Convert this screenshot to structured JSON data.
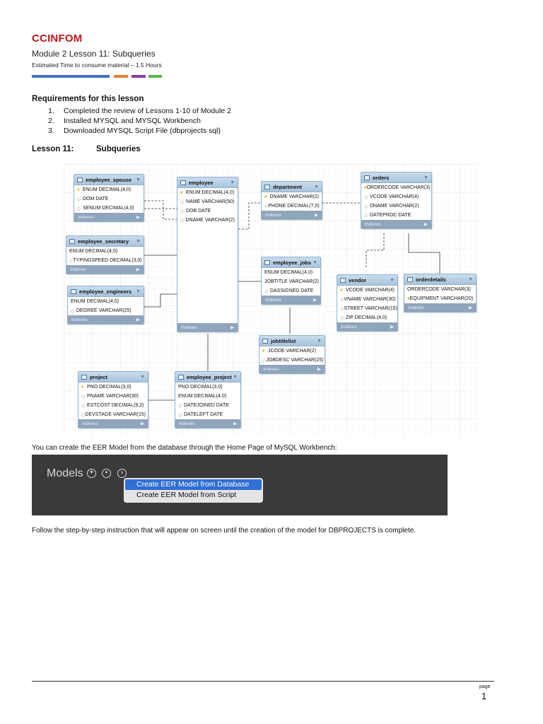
{
  "header": {
    "course": "CCINFOM",
    "module": "Module 2 Lesson 11: Subqueries",
    "estimated_time": "Estimated Time to consume material – 1.5 Hours",
    "bar_colors": [
      "#3e75c5",
      "#e87d2a",
      "#8a3bb0",
      "#5ab54a"
    ]
  },
  "requirements": {
    "title": "Requirements for this lesson",
    "items": [
      {
        "num": "1.",
        "text": "Completed the review of Lessons 1-10 of Module 2"
      },
      {
        "num": "2.",
        "text": "Installed MYSQL and MYSQL Workbench"
      },
      {
        "num": "3.",
        "text": "Downloaded MYSQL Script File (dbprojects sql)"
      }
    ]
  },
  "lesson": {
    "label": "Lesson 11:",
    "topic": "Subqueries"
  },
  "eer": {
    "indexes_label": "Indexes",
    "employee_spouse": {
      "name": "employee_spouse",
      "fields": [
        "ENUM DECIMAL(4,0)",
        "DOM DATE",
        "SENUM DECIMAL(4,0)"
      ]
    },
    "employee": {
      "name": "employee",
      "fields": [
        "ENUM DECIMAL(4,0)",
        "NAME VARCHAR(50)",
        "DOB DATE",
        "DNAME VARCHAR(2)"
      ]
    },
    "department": {
      "name": "department",
      "fields": [
        "DNAME VARCHAR(2)",
        "PHONE DECIMAL(7,0)"
      ]
    },
    "orders": {
      "name": "orders",
      "fields": [
        "ORDERCODE VARCHAR(3)",
        "VCODE VARCHAR(4)",
        "DNAME VARCHAR(2)",
        "DATEPROC DATE"
      ]
    },
    "employee_secretary": {
      "name": "employee_secretary",
      "fields": [
        "ENUM DECIMAL(4,0)",
        "TYPINGSPEED DECIMAL(3,0)"
      ]
    },
    "employee_jobs": {
      "name": "employee_jobs",
      "fields": [
        "ENUM DECIMAL(4,0)",
        "JOBTITLE VARCHAR(2)",
        "DASSIGNED DATE"
      ]
    },
    "vendor": {
      "name": "vendor",
      "fields": [
        "VCODE VARCHAR(4)",
        "VNAME VARCHAR(30)",
        "STREET VARCHAR(15)",
        "ZIP DECIMAL(4,0)"
      ]
    },
    "orderdetails": {
      "name": "orderdetails",
      "fields": [
        "ORDERCODE VARCHAR(3)",
        "EQUIPMENT VARCHAR(20)"
      ]
    },
    "employee_engineers": {
      "name": "employee_engineers",
      "fields": [
        "ENUM DECIMAL(4,0)",
        "DEGREE VARCHAR(25)"
      ]
    },
    "jobtitlelist": {
      "name": "jobtitlelist",
      "fields": [
        "JCODE VARCHAR(2)",
        "JOBDESC VARCHAR(25)"
      ]
    },
    "project": {
      "name": "project",
      "fields": [
        "PNO DECIMAL(3,0)",
        "PNAME VARCHAR(30)",
        "ESTCOST DECIMAL(9,2)",
        "DEVSTAGE VARCHAR(15)"
      ]
    },
    "employee_project": {
      "name": "employee_project",
      "fields": [
        "PNO DECIMAL(3,0)",
        "ENUM DECIMAL(4,0)",
        "DATEJOINED DATE",
        "DATELEFT DATE"
      ]
    }
  },
  "para1": "You can create the EER Model from the database through the Home Page of MySQL Workbench:",
  "models": {
    "label": "Models",
    "menu": [
      "Create EER Model from Database",
      "Create EER Model from Script"
    ]
  },
  "para2": "Follow the step-by-step instruction that will appear on screen until the creation of the model for DBPROJECTS is complete.",
  "footer": {
    "page_label": "page",
    "page_number": "1"
  }
}
